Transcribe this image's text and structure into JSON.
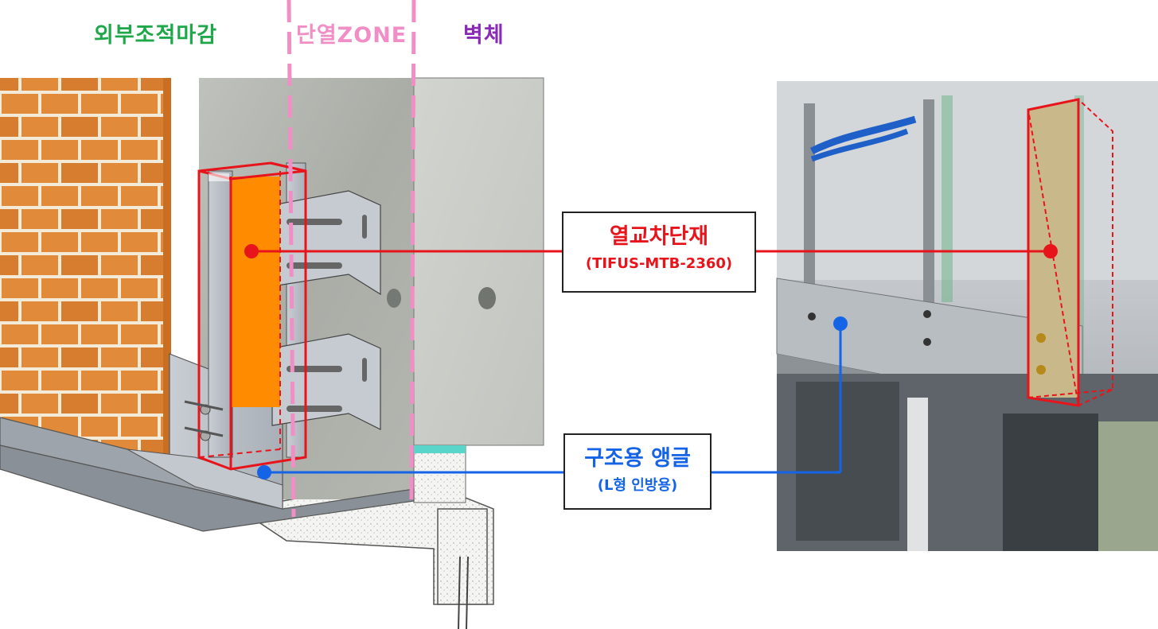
{
  "headers": {
    "exterior_finish": "외부조적마감",
    "insulation_zone": "단열ZONE",
    "wall": "벽체"
  },
  "callouts": {
    "thermal_break": {
      "title": "열교차단재",
      "subtitle": "(TIFUS-MTB-2360)",
      "color": "#e8141b"
    },
    "structural_angle": {
      "title": "구조용 앵글",
      "subtitle": "(L형 인방용)",
      "color": "#1563e6"
    }
  },
  "colors": {
    "brick": "#e08a3a",
    "mortar": "#f3ead8",
    "insulation_boundary": "#f08ec5",
    "thermal_break_fill": "#ff8c00",
    "steel": "#b9bfc6",
    "concrete": "#c9cbc6"
  },
  "photo": {
    "description_icon": "construction-photo"
  }
}
